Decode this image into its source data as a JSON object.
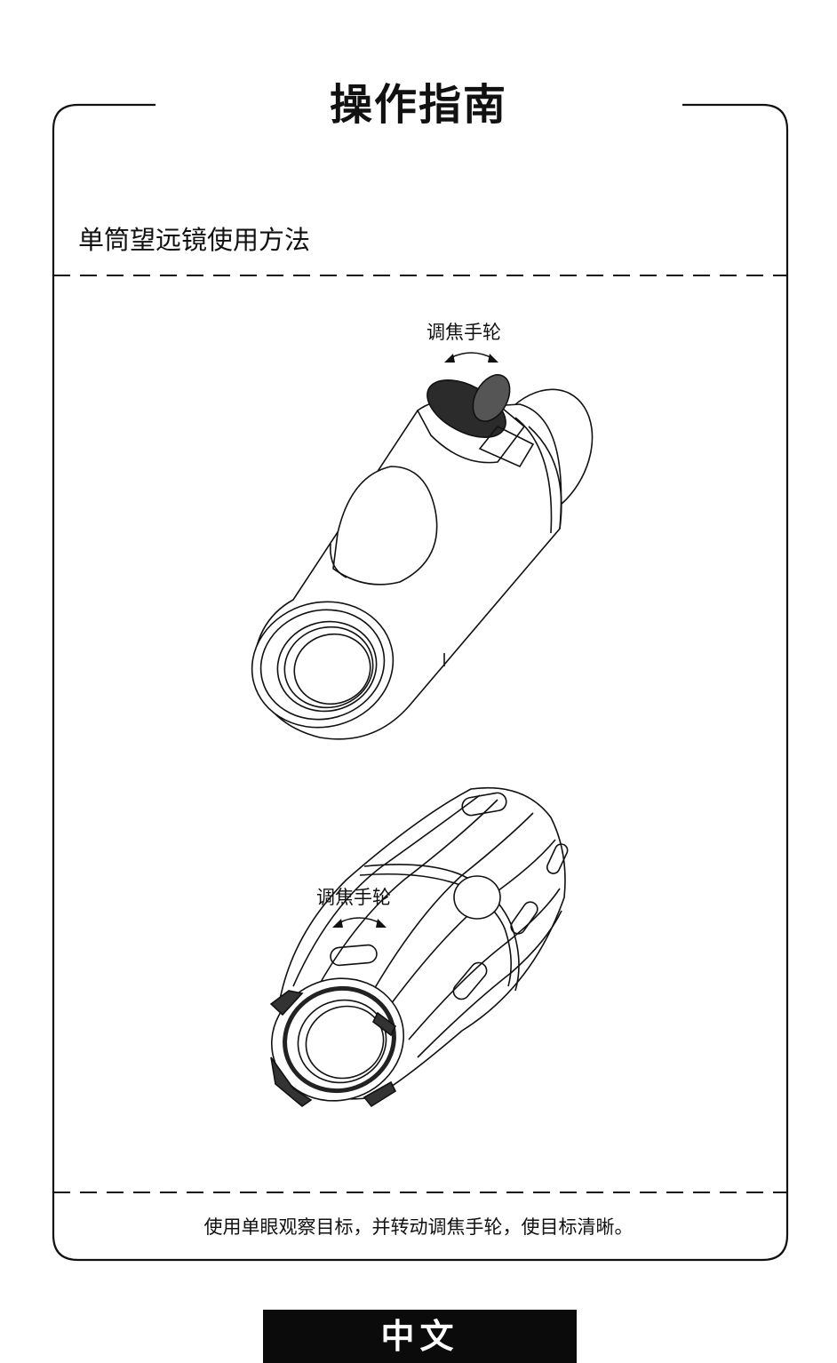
{
  "page": {
    "title": "操作指南",
    "section_title": "单筒望远镜使用方法",
    "callout_top": "调焦手轮",
    "callout_bottom": "调焦手轮",
    "caption": "使用单眼观察目标，并转动调焦手轮，使目标清晰。",
    "language_badge": "中文"
  },
  "icons": {
    "rotate_arrow": "curved-double-arrow-icon"
  },
  "colors": {
    "line": "#111111",
    "badge_bg": "#0b0b0b",
    "badge_text": "#ffffff"
  }
}
